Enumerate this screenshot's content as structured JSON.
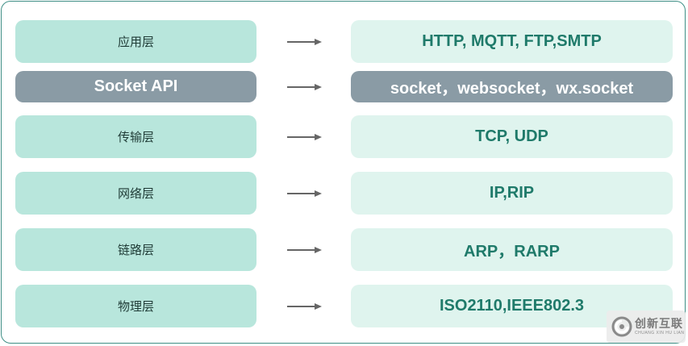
{
  "layers": [
    {
      "left": "应用层",
      "right": "HTTP, MQTT, FTP,SMTP",
      "variant": "normal"
    },
    {
      "left": "Socket API",
      "right": "socket，websocket，wx.socket",
      "variant": "api"
    },
    {
      "left": "传输层",
      "right": "TCP, UDP",
      "variant": "normal"
    },
    {
      "left": "网络层",
      "right": "IP,RIP",
      "variant": "normal"
    },
    {
      "left": "链路层",
      "right": "ARP，RARP",
      "variant": "normal"
    },
    {
      "left": "物理层",
      "right": "ISO2110,IEEE802.3",
      "variant": "normal"
    }
  ],
  "watermark": {
    "name": "创新互联",
    "subtitle": "CHUANG XIN HU LIAN",
    "icon": "swirl-logo-icon"
  },
  "colors": {
    "frame": "#3f8f86",
    "layer_box": "#b8e6dc",
    "protocol_box": "#dff4ee",
    "api_box": "#8a9ba5",
    "protocol_text": "#1f7a6a",
    "arrow": "#666666"
  }
}
